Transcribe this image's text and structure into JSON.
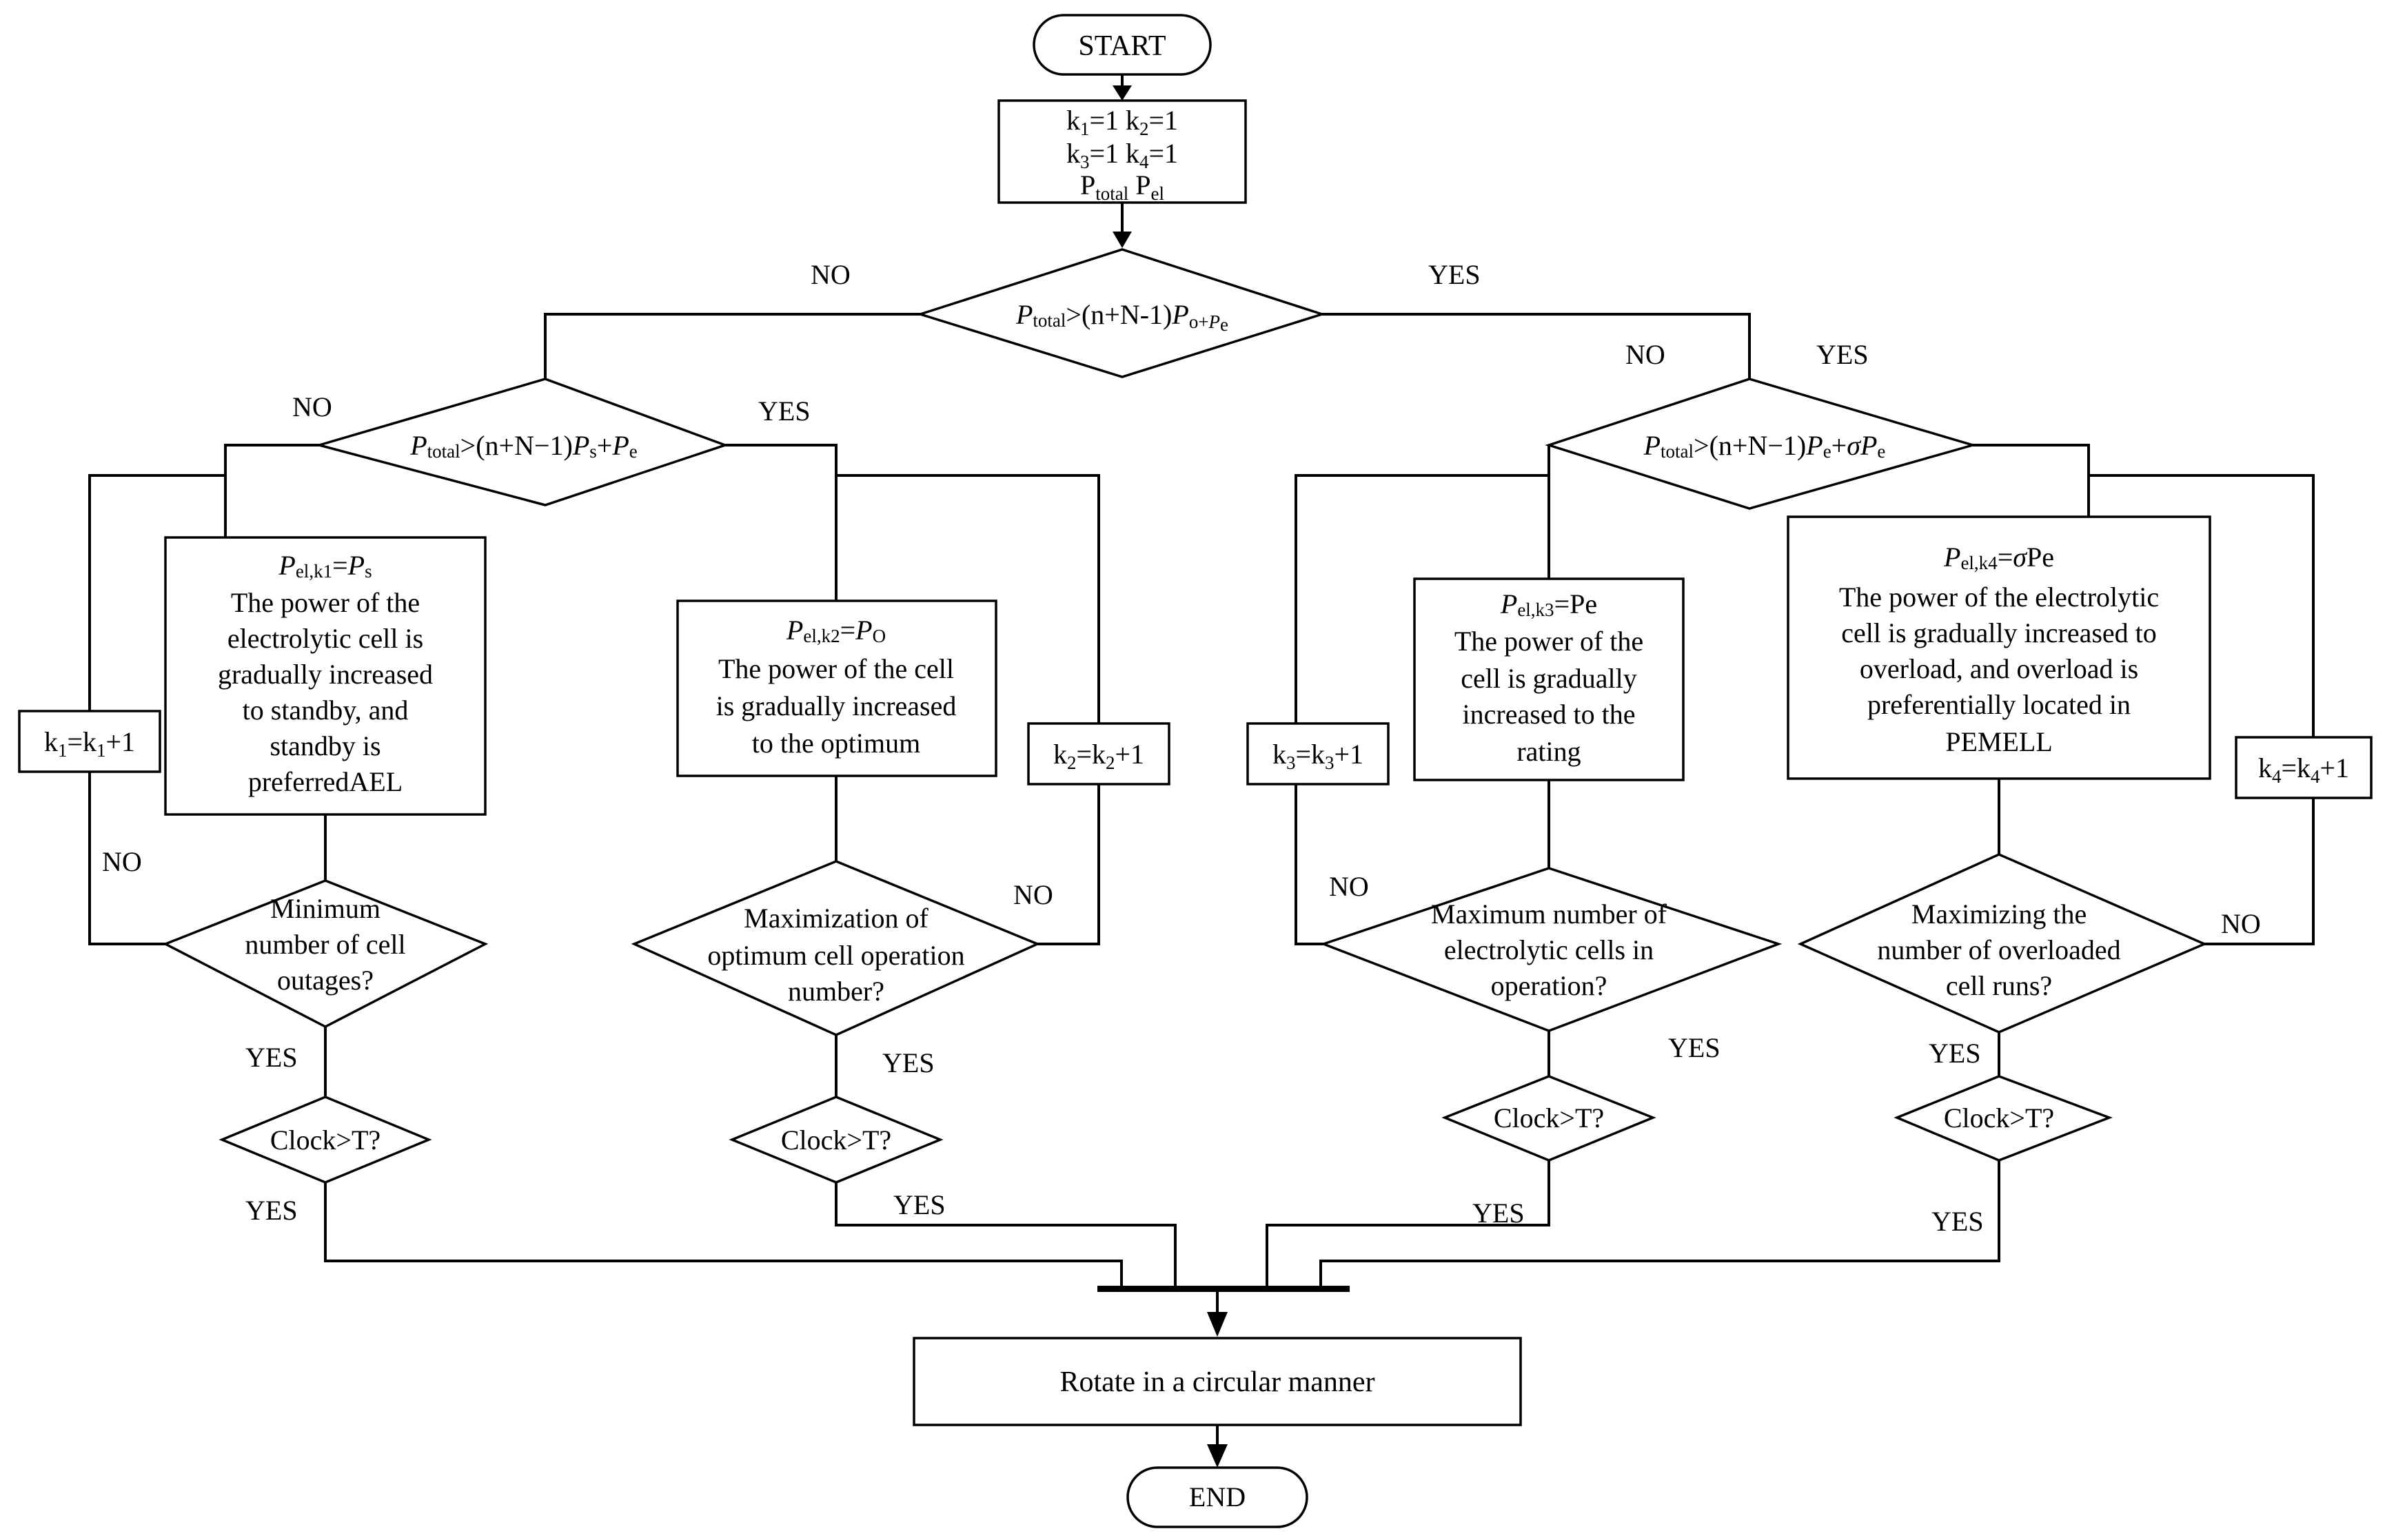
{
  "start": "START",
  "end": "END",
  "init": {
    "line1_a": "k",
    "line1_a_sub": "1",
    "line1_b": "=1  k",
    "line1_b_sub": "2",
    "line1_c": "=1",
    "line2_a": "k",
    "line2_a_sub": "3",
    "line2_b": "=1 k",
    "line2_b_sub": "4",
    "line2_c": "=1",
    "line3_a": "P",
    "line3_a_sub": "total",
    "line3_b": " P",
    "line3_b_sub": "el"
  },
  "d_top": {
    "p": "P",
    "p_sub": "total",
    "rest": ">(n+N-1)",
    "po": "P",
    "po_sub": "o+",
    "pe": "P",
    "pe_sub": "e",
    "no": "NO",
    "yes": "YES"
  },
  "d_left": {
    "p": "P",
    "p_sub": "total",
    "rest": ">(n+N−1)",
    "ps": "P",
    "ps_sub": "s",
    "plus": "+",
    "pe": "P",
    "pe_sub": "e",
    "no": "NO",
    "yes": "YES"
  },
  "d_right": {
    "p": "P",
    "p_sub": "total",
    "rest": ">(n+N−1)",
    "pe": "P",
    "pe_sub": "e",
    "plus": "+",
    "sigma": "σ",
    "pe2": "P",
    "pe2_sub": "e",
    "no": "NO",
    "yes": "YES"
  },
  "box1": {
    "head_p": "P",
    "head_sub": "el,k1",
    "head_eq": "=",
    "head_p2": "P",
    "head_sub2": "s",
    "lines": [
      "The power of the",
      "electrolytic cell is",
      "gradually increased",
      "to standby, and",
      "standby is",
      "preferredAEL"
    ]
  },
  "box2": {
    "head_p": "P",
    "head_sub": "el,k2",
    "head_eq": "=",
    "head_p2": "P",
    "head_sub2": "O",
    "lines": [
      "The power of the cell",
      "is gradually increased",
      "to the optimum"
    ]
  },
  "box3": {
    "head_p": "P",
    "head_sub": "el,k3",
    "head_eq": "=Pe",
    "lines": [
      "The power of the",
      "cell is gradually",
      "increased to the",
      "rating"
    ]
  },
  "box4": {
    "head_p": "P",
    "head_sub": "el,k4",
    "head_eq": "=",
    "head_sigma": "σ",
    "head_rest": "Pe",
    "lines": [
      "The power of the electrolytic",
      "cell is gradually increased to",
      "overload, and overload is",
      "preferentially located in",
      "PEMELL"
    ]
  },
  "counters": {
    "c1_a": "k",
    "c1_sub": "1",
    "c1_b": "=k",
    "c1_sub2": "1",
    "c1_c": "+1",
    "c2_a": "k",
    "c2_sub": "2",
    "c2_b": "=k",
    "c2_sub2": "2",
    "c2_c": "+1",
    "c3_a": "k",
    "c3_sub": "3",
    "c3_b": "=k",
    "c3_sub2": "3",
    "c3_c": "+1",
    "c4_a": "k",
    "c4_sub": "4",
    "c4_b": "=k",
    "c4_sub2": "4",
    "c4_c": "+1"
  },
  "checks": {
    "q1": [
      "Minimum",
      "number of cell",
      "outages?"
    ],
    "q2": [
      "Maximization of",
      "optimum cell operation",
      "number?"
    ],
    "q3": [
      "Maximum number of",
      "electrolytic cells in",
      "operation?"
    ],
    "q4": [
      "Maximizing the",
      "number of overloaded",
      "cell runs?"
    ]
  },
  "clock": "Clock>T?",
  "labels": {
    "no": "NO",
    "yes": "YES"
  },
  "rotate": "Rotate in a circular manner"
}
